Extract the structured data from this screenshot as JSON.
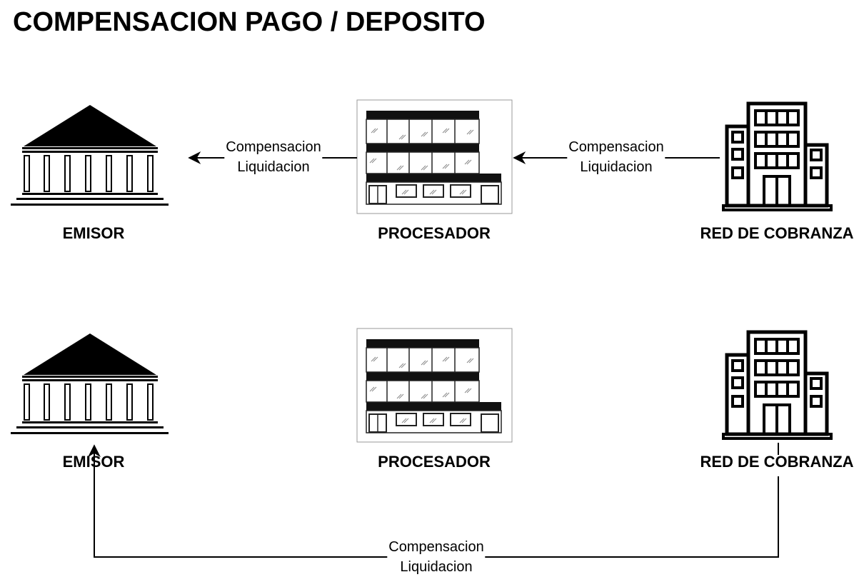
{
  "title": "COMPENSACION PAGO / DEPOSITO",
  "nodes": {
    "emisor_1": {
      "label": "EMISOR",
      "icon": "bank-icon"
    },
    "procesador_1": {
      "label": "PROCESADOR",
      "icon": "office-building-photo-icon"
    },
    "red_1": {
      "label": "RED DE COBRANZA",
      "icon": "building-icon"
    },
    "emisor_2": {
      "label": "EMISOR",
      "icon": "bank-icon"
    },
    "procesador_2": {
      "label": "PROCESADOR",
      "icon": "office-building-photo-icon"
    },
    "red_2": {
      "label": "RED DE COBRANZA",
      "icon": "building-icon"
    }
  },
  "edges": {
    "red_to_procesador": {
      "line1": "Compensacion",
      "line2": "Liquidacion"
    },
    "procesador_to_emisor": {
      "line1": "Compensacion",
      "line2": "Liquidacion"
    },
    "red_to_emisor": {
      "line1": "Compensacion",
      "line2": "Liquidacion"
    }
  }
}
